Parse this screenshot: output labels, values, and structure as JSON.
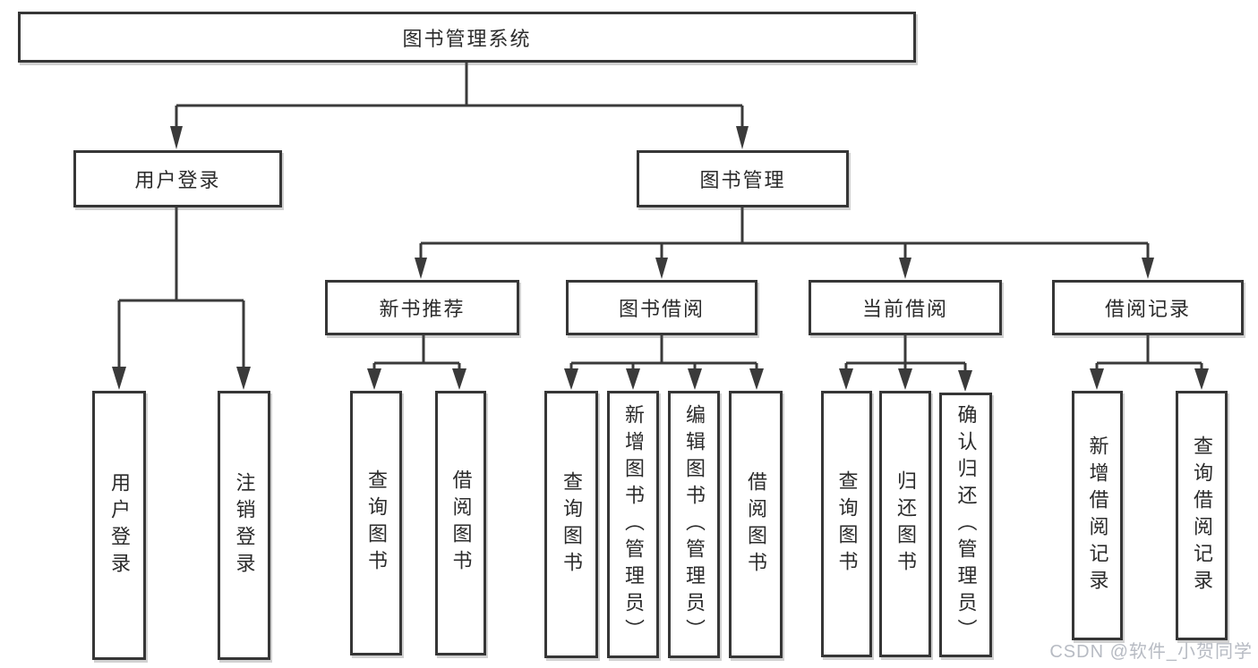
{
  "diagram": {
    "root": {
      "label": "图书管理系统"
    },
    "branches": [
      {
        "label": "用户登录",
        "children": [
          {
            "label": "用户登录"
          },
          {
            "label": "注销登录"
          }
        ]
      },
      {
        "label": "图书管理",
        "sections": [
          {
            "label": "新书推荐",
            "children": [
              {
                "label": "查询图书"
              },
              {
                "label": "借阅图书"
              }
            ]
          },
          {
            "label": "图书借阅",
            "children": [
              {
                "label": "查询图书"
              },
              {
                "label": "新增图书（管理员）"
              },
              {
                "label": "编辑图书（管理员）"
              },
              {
                "label": "借阅图书"
              }
            ]
          },
          {
            "label": "当前借阅",
            "children": [
              {
                "label": "查询图书"
              },
              {
                "label": "归还图书"
              },
              {
                "label": "确认归还（管理员）"
              }
            ]
          },
          {
            "label": "借阅记录",
            "children": [
              {
                "label": "新增借阅记录"
              },
              {
                "label": "查询借阅记录"
              }
            ]
          }
        ]
      }
    ]
  },
  "watermark": {
    "text": "CSDN @软件_小贺同学"
  },
  "colors": {
    "line": "#3a3a3a",
    "box_border": "#363636",
    "text": "#2b2b2b",
    "watermark": "#b7bbc3",
    "background": "#ffffff"
  }
}
